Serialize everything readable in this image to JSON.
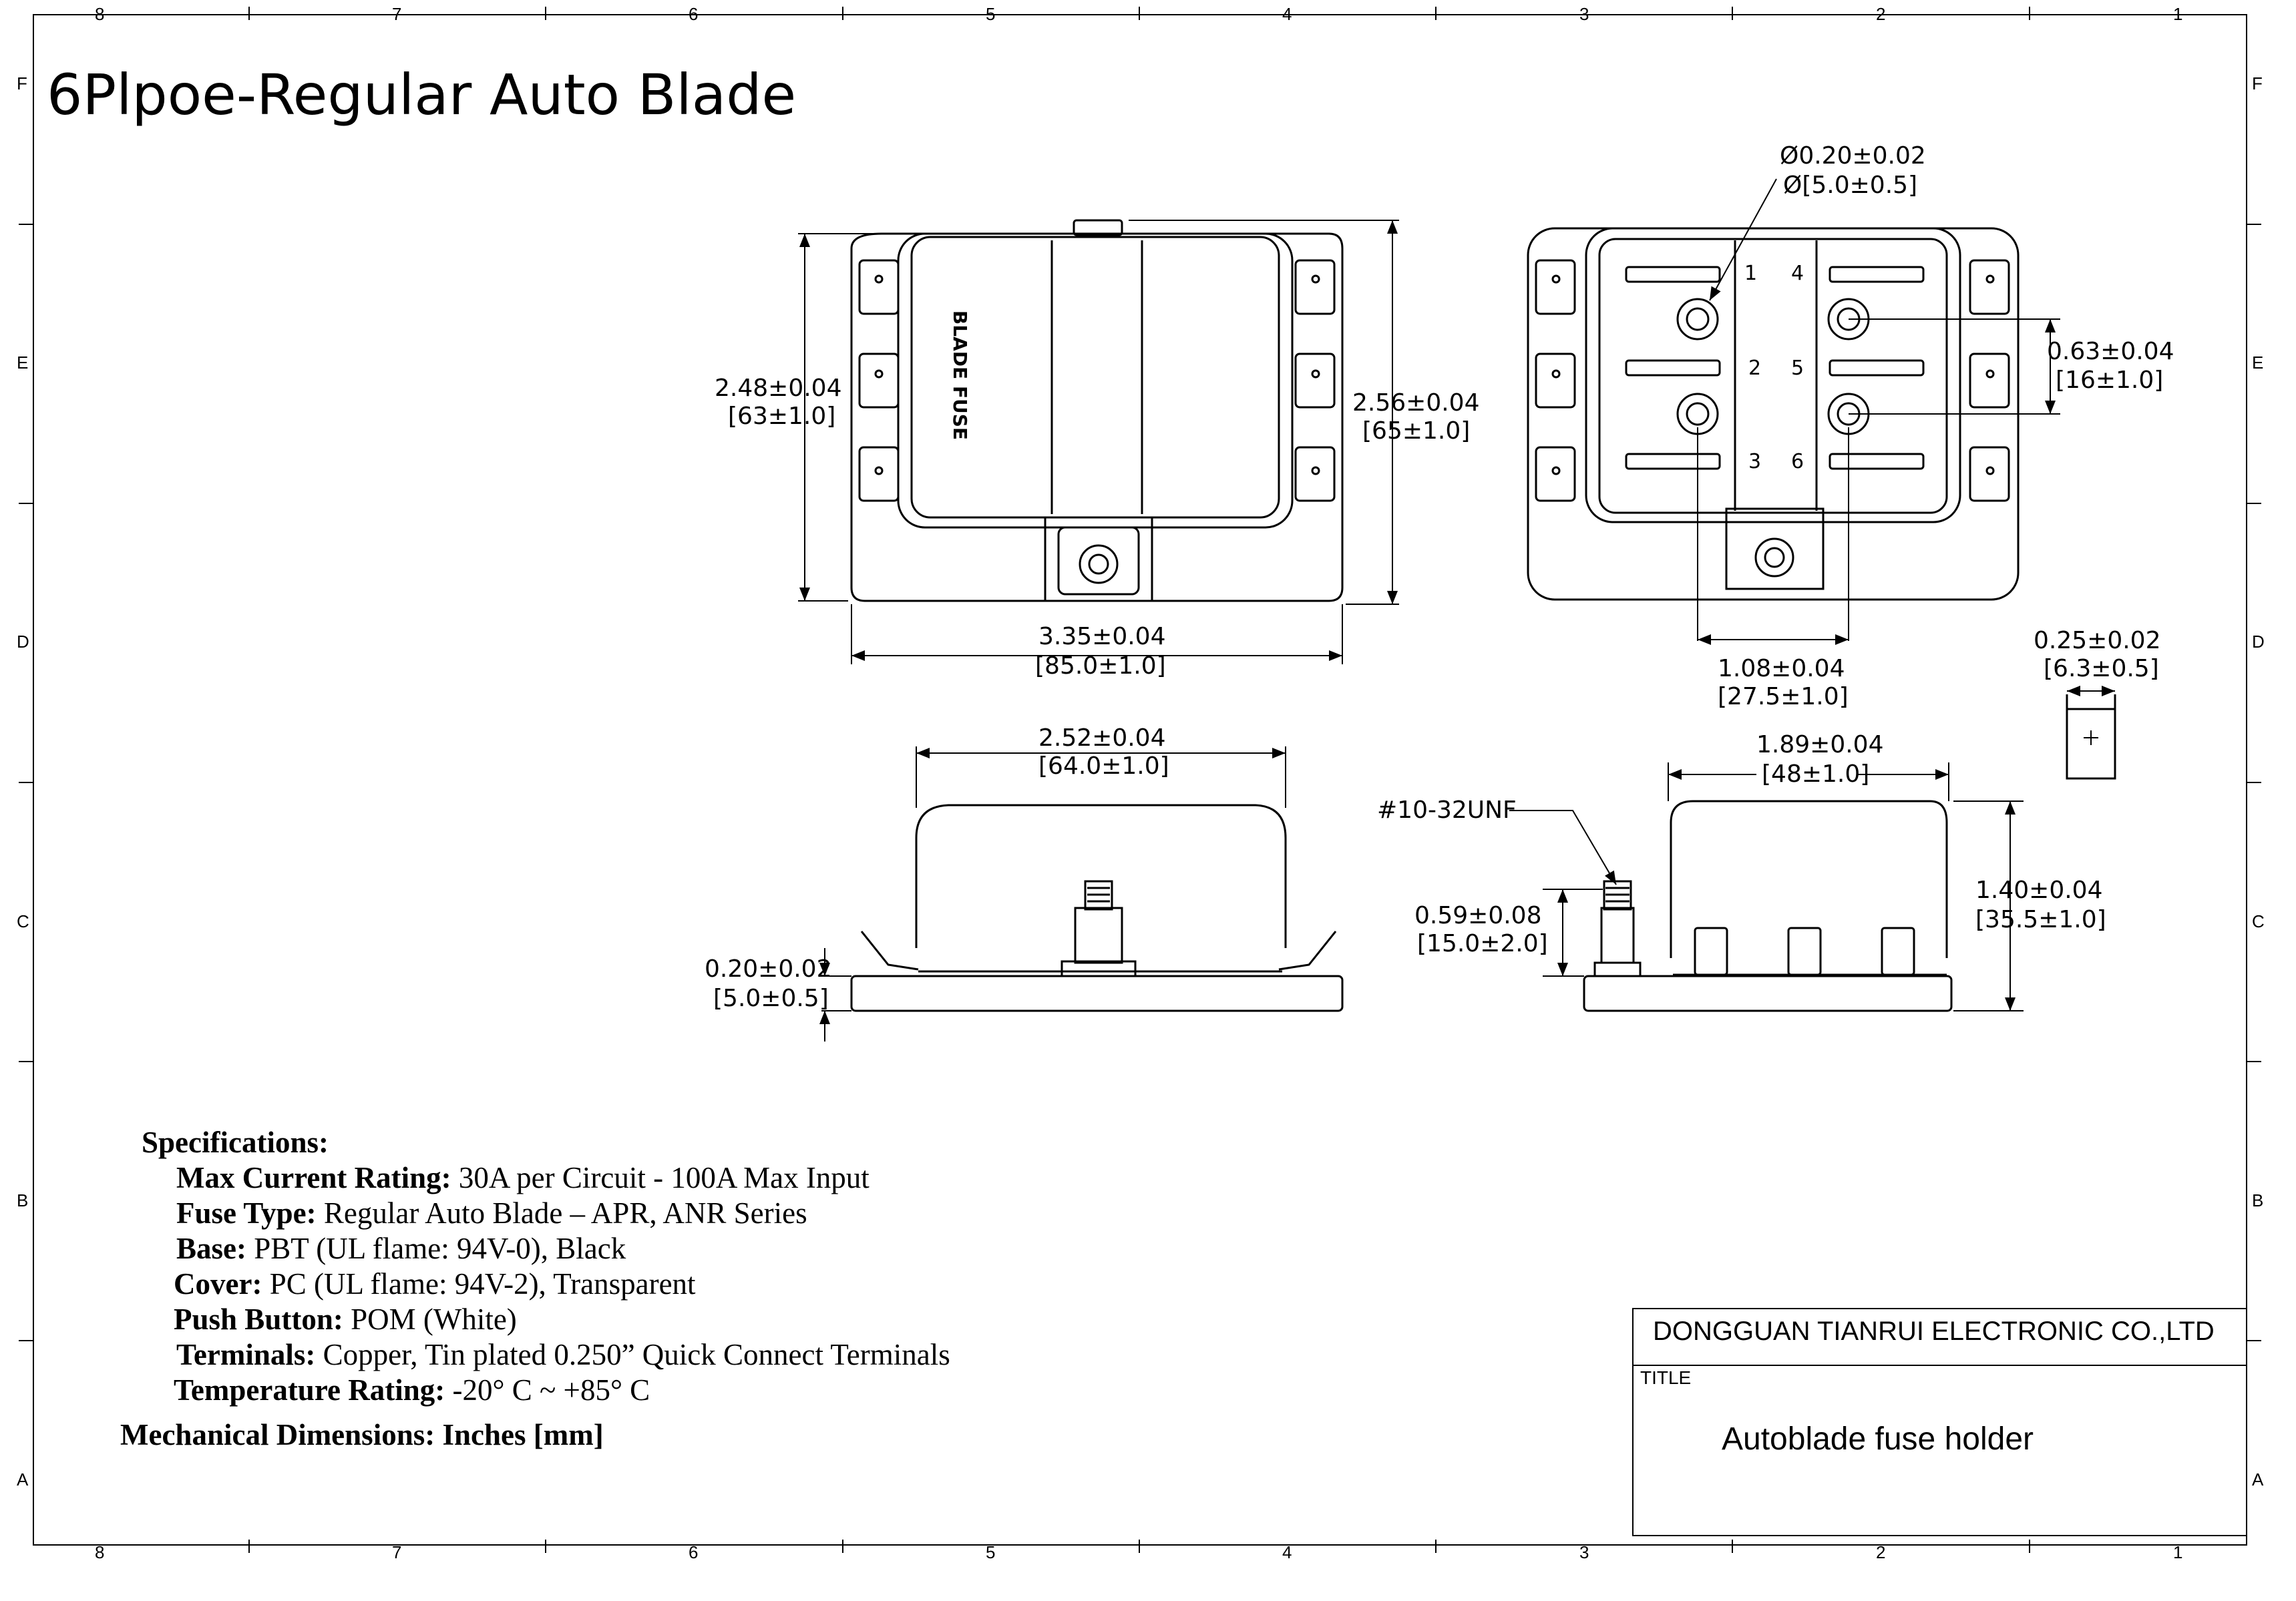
{
  "title": "6Plpoe-Regular Auto Blade",
  "zones": {
    "columns": [
      "8",
      "7",
      "6",
      "5",
      "4",
      "3",
      "2",
      "1"
    ],
    "rows": [
      "F",
      "E",
      "D",
      "C",
      "B",
      "A"
    ]
  },
  "top_view": {
    "fuse_label": "BLADE FUSE",
    "height_in": "2.48±0.04",
    "height_mm": "[63±1.0]",
    "overall_height_in": "2.56±0.04",
    "overall_height_mm": "[65±1.0]",
    "width_in": "3.35±0.04",
    "width_mm": "[85.0±1.0]"
  },
  "open_view": {
    "hole_in": "Ø0.20±0.02",
    "hole_mm": "Ø[5.0±0.5]",
    "pitch_in": "0.63±0.04",
    "pitch_mm": "[16±1.0]",
    "span_in": "1.08±0.04",
    "span_mm": "[27.5±1.0]",
    "slots": [
      "1",
      "2",
      "3",
      "4",
      "5",
      "6"
    ]
  },
  "terminal_detail": {
    "width_in": "0.25±0.02",
    "width_mm": "[6.3±0.5]"
  },
  "front_view": {
    "width_in": "2.52±0.04",
    "width_mm": "[64.0±1.0]",
    "base_in": "0.20±0.02",
    "base_mm": "[5.0±0.5]"
  },
  "side_view": {
    "thread": "#10-32UNF",
    "width_in": "1.89±0.04",
    "width_mm": "[48±1.0]",
    "stud_in": "0.59±0.08",
    "stud_mm": "[15.0±2.0]",
    "height_in": "1.40±0.04",
    "height_mm": "[35.5±1.0]"
  },
  "specs": {
    "heading": "Specifications:",
    "items": [
      {
        "label": "Max Current Rating:",
        "value": " 30A  per Circuit - 100A Max Input"
      },
      {
        "label": "Fuse Type:",
        "value": " Regular Auto Blade – APR, ANR Series"
      },
      {
        "label": "Base:",
        "value": " PBT (UL flame: 94V-0), Black"
      },
      {
        "label": "Cover:",
        "value": " PC (UL flame: 94V-2), Transparent"
      },
      {
        "label": "Push Button:",
        "value": " POM (White)"
      },
      {
        "label": "Terminals:",
        "value": " Copper, Tin plated 0.250” Quick Connect Terminals"
      },
      {
        "label": "Temperature Rating:",
        "value": " -20° C ~ +85° C"
      }
    ],
    "mech": "Mechanical Dimensions:  Inches [mm]"
  },
  "title_block": {
    "company": "DONGGUAN TIANRUI ELECTRONIC CO.,LTD",
    "title_label": "TITLE",
    "title": "Autoblade fuse holder"
  }
}
